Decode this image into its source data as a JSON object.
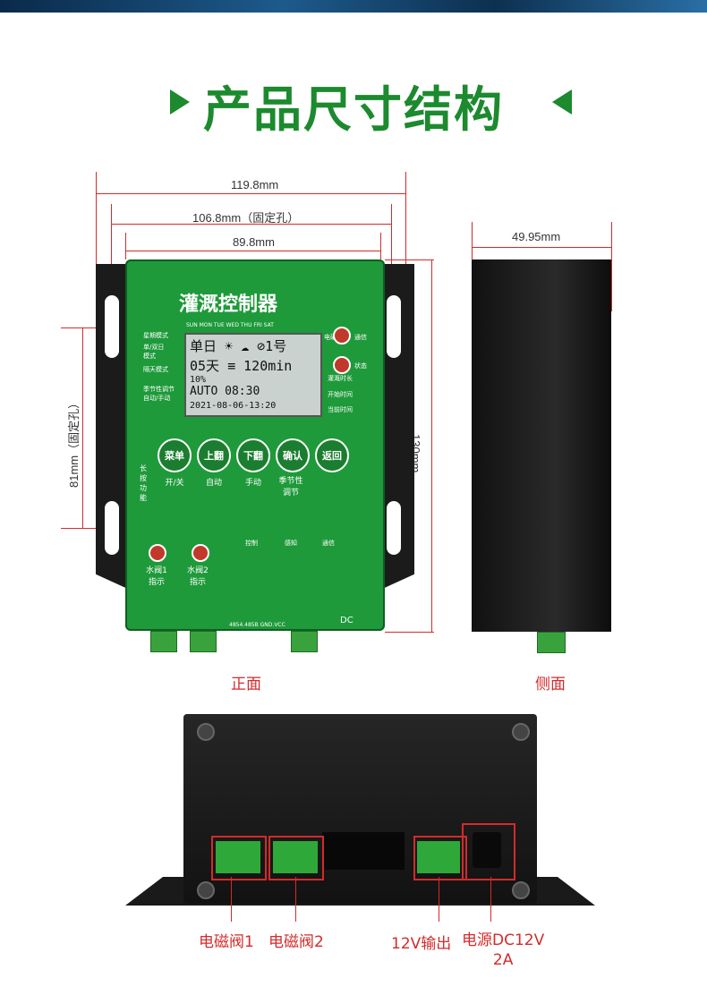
{
  "title": "产品尺寸结构",
  "dimensions": {
    "width_total": "119.8mm",
    "width_mount": "106.8mm（固定孔）",
    "width_panel": "89.8mm",
    "depth": "49.95mm",
    "height": "130mm",
    "mount_height": "81mm（固定孔）"
  },
  "front": {
    "device_name": "灌溉控制器",
    "left_labels": [
      "星期模式",
      "单/双日\n模式",
      "隔天模式",
      "季节性调节",
      "自动/手动"
    ],
    "weekdays": "SUN  MON  TUE  WED  THU  FRI  SAT",
    "lcd_row1": "单日 ☀ ☁ ⊘1号",
    "lcd_row2": "05天 ≡ 120min",
    "lcd_row3": "10%",
    "lcd_row4": "AUTO  08:30",
    "lcd_row5": "2021-08-06-13:20",
    "right_labels": [
      "电磁阀",
      "通信",
      "状态",
      "灌溉时长",
      "开始时间",
      "当前时间"
    ],
    "buttons": [
      {
        "label": "菜单",
        "sub": "开/关"
      },
      {
        "label": "上翻",
        "sub": "自动"
      },
      {
        "label": "下翻",
        "sub": "手动"
      },
      {
        "label": "确认",
        "sub": "季节性\n调节"
      },
      {
        "label": "返回",
        "sub": ""
      }
    ],
    "long_press": "长按功能",
    "icons": [
      "控制",
      "感知",
      "通信"
    ],
    "indicator1": "水阀1\n指示",
    "indicator2": "水阀2\n指示",
    "terminal_labels": [
      "4854.485B GND.VCC",
      "DC"
    ],
    "caption": "正面"
  },
  "side": {
    "caption": "侧面"
  },
  "bottom": {
    "labels": [
      "电磁阀1",
      "电磁阀2",
      "12V输出",
      "电源DC12V\n2A"
    ]
  }
}
